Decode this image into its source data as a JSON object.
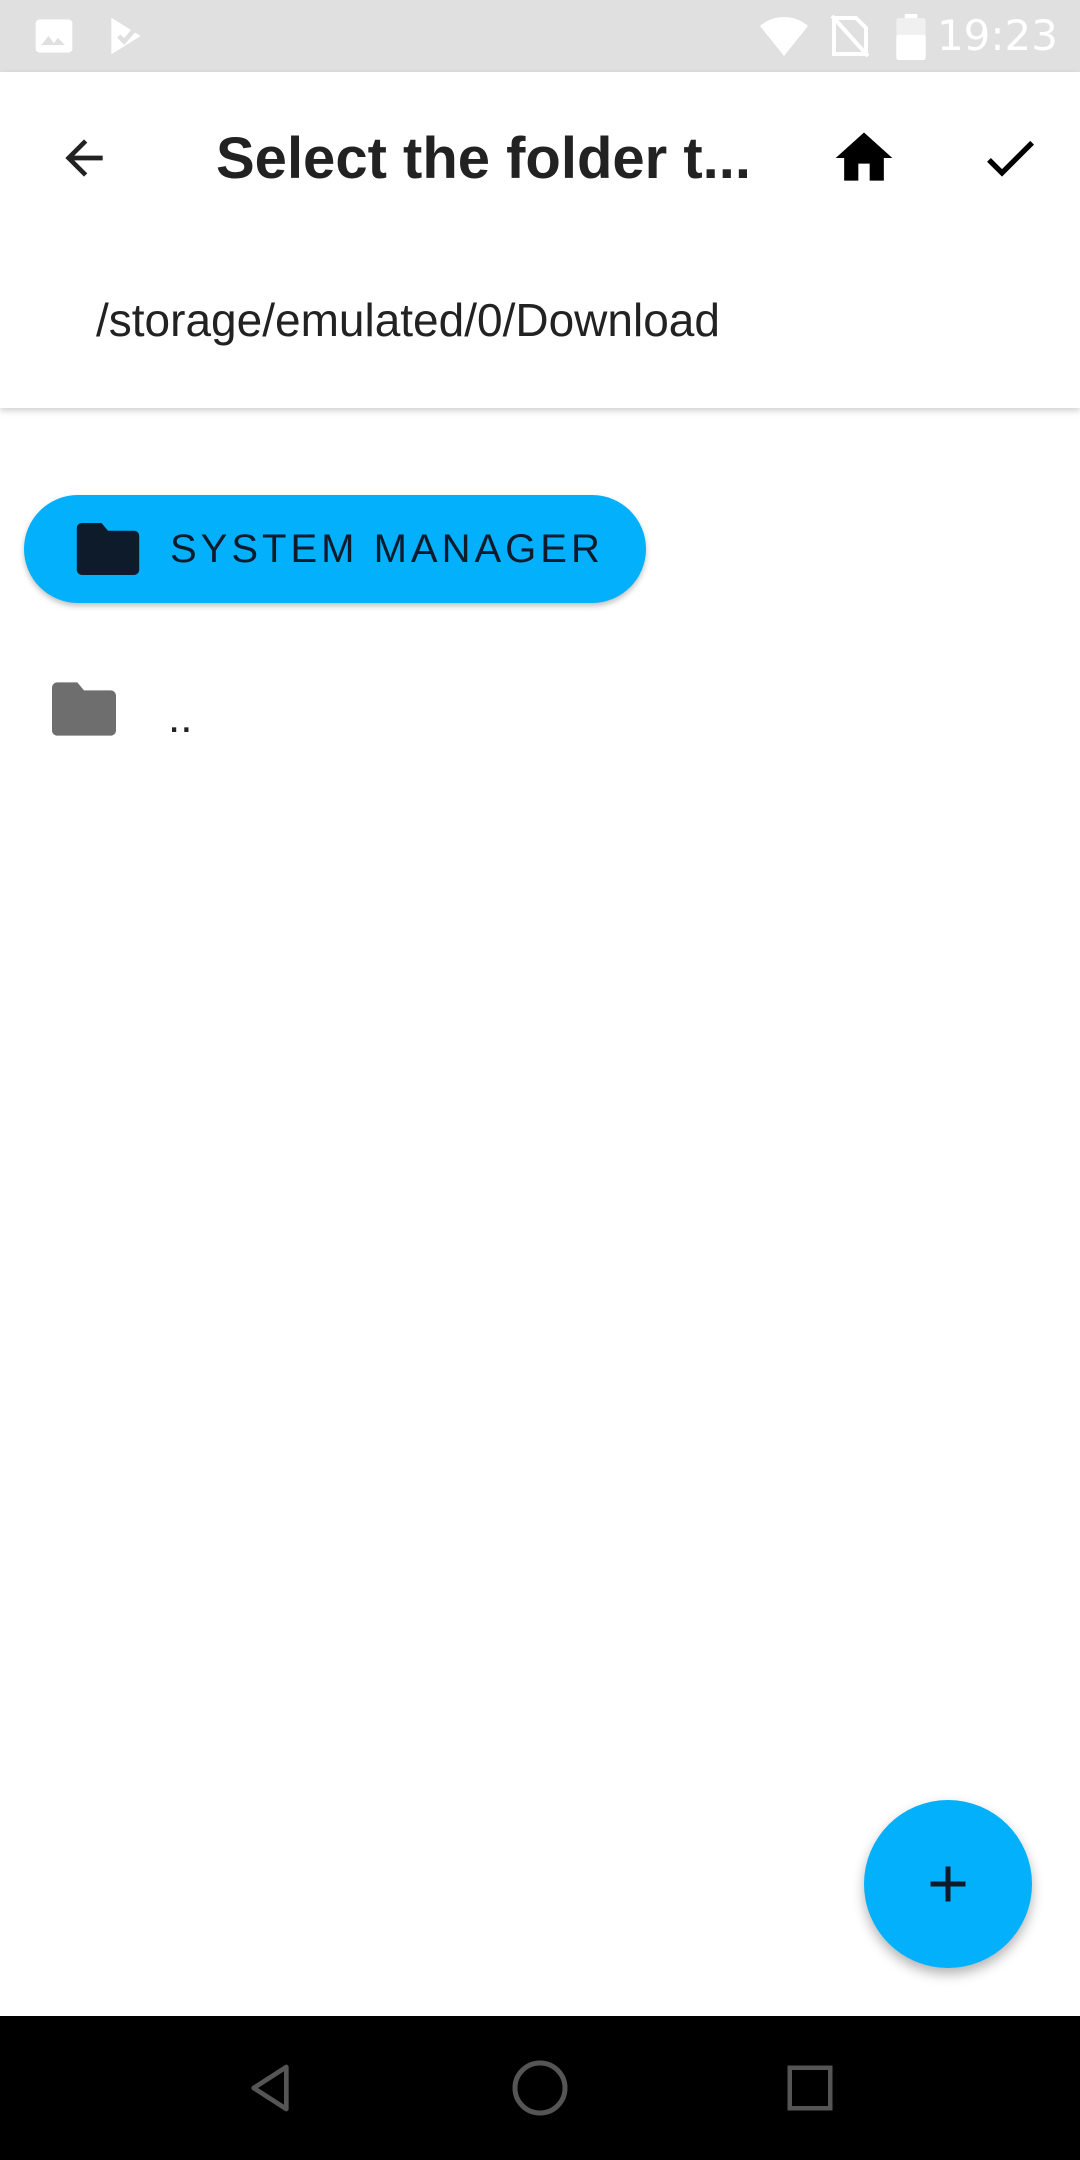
{
  "status_bar": {
    "time": "19:23",
    "icons": [
      "image-notification-icon",
      "play-store-notification-icon",
      "wifi-icon",
      "no-sim-icon",
      "battery-icon"
    ]
  },
  "toolbar": {
    "title": "Select the folder t...",
    "path": "/storage/emulated/0/Download",
    "icons": [
      "arrow-back-icon",
      "home-icon",
      "check-icon"
    ]
  },
  "system_manager": {
    "label": "SYSTEM MANAGER",
    "icon": "folder-icon"
  },
  "list": {
    "items": [
      {
        "label": "..",
        "icon": "folder-icon"
      }
    ]
  },
  "fab": {
    "icon": "plus-icon"
  },
  "nav_bar": {
    "icons": [
      "nav-back-icon",
      "nav-home-icon",
      "nav-recents-icon"
    ]
  },
  "colors": {
    "accent": "#03b0fc",
    "status_bar": "#e0e0e0",
    "nav_bar": "#000000",
    "text": "#222222",
    "folder_gray": "#6e6e6e"
  }
}
